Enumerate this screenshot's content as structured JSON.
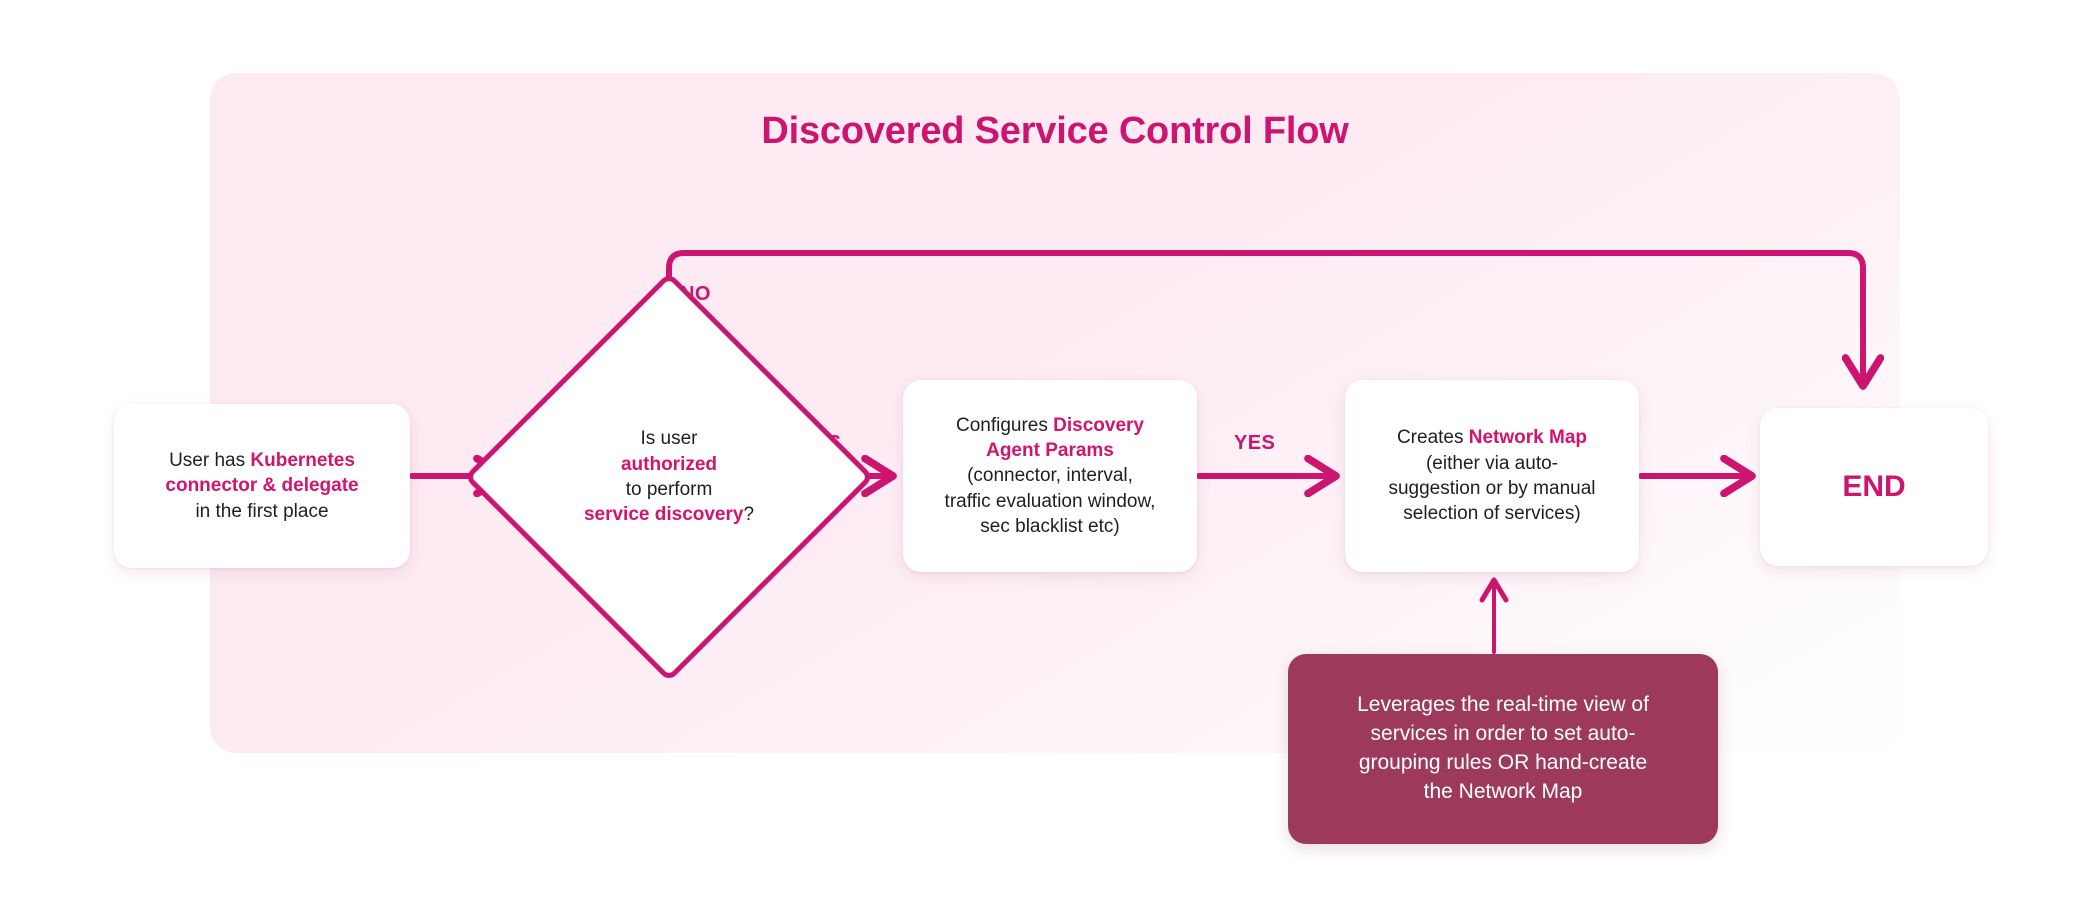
{
  "diagram": {
    "title": "Discovered Service Control Flow",
    "colors": {
      "accent": "#cc1570",
      "highlight": "#d2146f",
      "panel_bg": "#fdeaf3",
      "callout_bg": "#9d3a5c",
      "node_bg": "#ffffff",
      "text": "#1f1f21",
      "callout_text": "#ffffff"
    },
    "nodes": {
      "start": {
        "shape": "rounded-rect",
        "lines": [
          {
            "plain": "User has ",
            "highlight": "Kubernetes"
          },
          {
            "highlight": "connector & delegate"
          },
          {
            "plain": "in the first place"
          }
        ],
        "text": "User has Kubernetes connector & delegate in the first place"
      },
      "decision": {
        "shape": "diamond",
        "lines": [
          {
            "plain": "Is user"
          },
          {
            "highlight": "authorized"
          },
          {
            "plain": "to perform"
          },
          {
            "highlight": "service discovery",
            "plain_after": "?"
          }
        ],
        "text": "Is user authorized to perform service discovery?"
      },
      "config": {
        "shape": "rounded-rect",
        "lines": [
          {
            "plain": "Configures ",
            "highlight": "Discovery"
          },
          {
            "highlight": "Agent Params"
          },
          {
            "plain": "(connector, interval,"
          },
          {
            "plain": "traffic evaluation window,"
          },
          {
            "plain": "sec blacklist etc)"
          }
        ],
        "text": "Configures Discovery Agent Params (connector, interval, traffic evaluation window, sec blacklist etc)"
      },
      "netmap": {
        "shape": "rounded-rect",
        "lines": [
          {
            "plain": "Creates ",
            "highlight": "Network Map"
          },
          {
            "plain": "(either via auto-"
          },
          {
            "plain": "suggestion or by manual"
          },
          {
            "plain": "selection of services)"
          }
        ],
        "text": "Creates Network Map (either via auto-suggestion or by manual selection of services)"
      },
      "end": {
        "shape": "rounded-rect",
        "label": "END"
      },
      "callout": {
        "shape": "rounded-rect-filled",
        "lines": [
          "Leverages the real-time view of",
          "services in order to set auto-",
          "grouping rules OR hand-create",
          "the Network Map"
        ],
        "text": "Leverages the real-time view of services in order to set auto-grouping rules OR hand-create the Network Map"
      }
    },
    "edges": [
      {
        "id": "start-to-decision",
        "from": "start",
        "to": "decision",
        "label": ""
      },
      {
        "id": "decision-no-to-end",
        "from": "decision",
        "to": "end",
        "label": "NO"
      },
      {
        "id": "decision-yes-to-config",
        "from": "decision",
        "to": "config",
        "label": "YES"
      },
      {
        "id": "config-to-netmap",
        "from": "config",
        "to": "netmap",
        "label": "YES"
      },
      {
        "id": "netmap-to-end",
        "from": "netmap",
        "to": "end",
        "label": ""
      },
      {
        "id": "callout-to-netmap",
        "from": "callout",
        "to": "netmap",
        "label": ""
      }
    ],
    "labels": {
      "no": "NO",
      "yes_1": "YES",
      "yes_2": "YES"
    }
  }
}
